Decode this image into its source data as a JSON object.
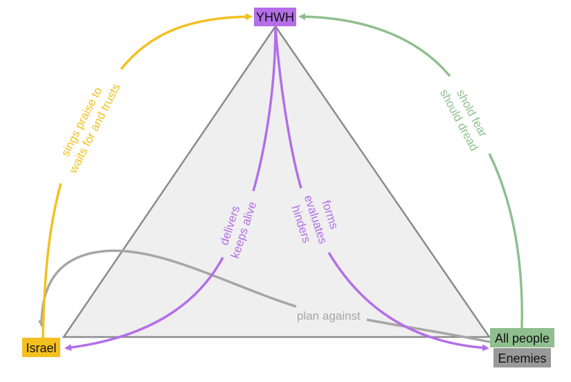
{
  "nodes": {
    "top": {
      "label": "YHWH",
      "color": "#b36ee8"
    },
    "left": {
      "label": "Israel",
      "color": "#f4c020"
    },
    "right_upper": {
      "label": "All people",
      "color": "#8fbf8f"
    },
    "right_lower": {
      "label": "Enemies",
      "color": "#999999"
    }
  },
  "edges": {
    "israel_to_yhwh": {
      "line1": "sings praise to",
      "line2": "waits for and trusts",
      "color": "#f4c020"
    },
    "people_to_yhwh": {
      "line1": "shold fear",
      "line2": "should dread",
      "color": "#8fbf8f"
    },
    "yhwh_to_israel": {
      "line1": "delivers",
      "line2": "keeps alive",
      "color": "#b36ee8"
    },
    "yhwh_to_people": {
      "line1": "forms",
      "line2": "evaluates",
      "line3": "hinders",
      "color": "#b36ee8"
    },
    "enemies_to_israel": {
      "label": "plan against",
      "color": "#a6a6a6"
    }
  },
  "triangle": {
    "fill": "#efefef",
    "stroke": "#8a8a8a"
  }
}
